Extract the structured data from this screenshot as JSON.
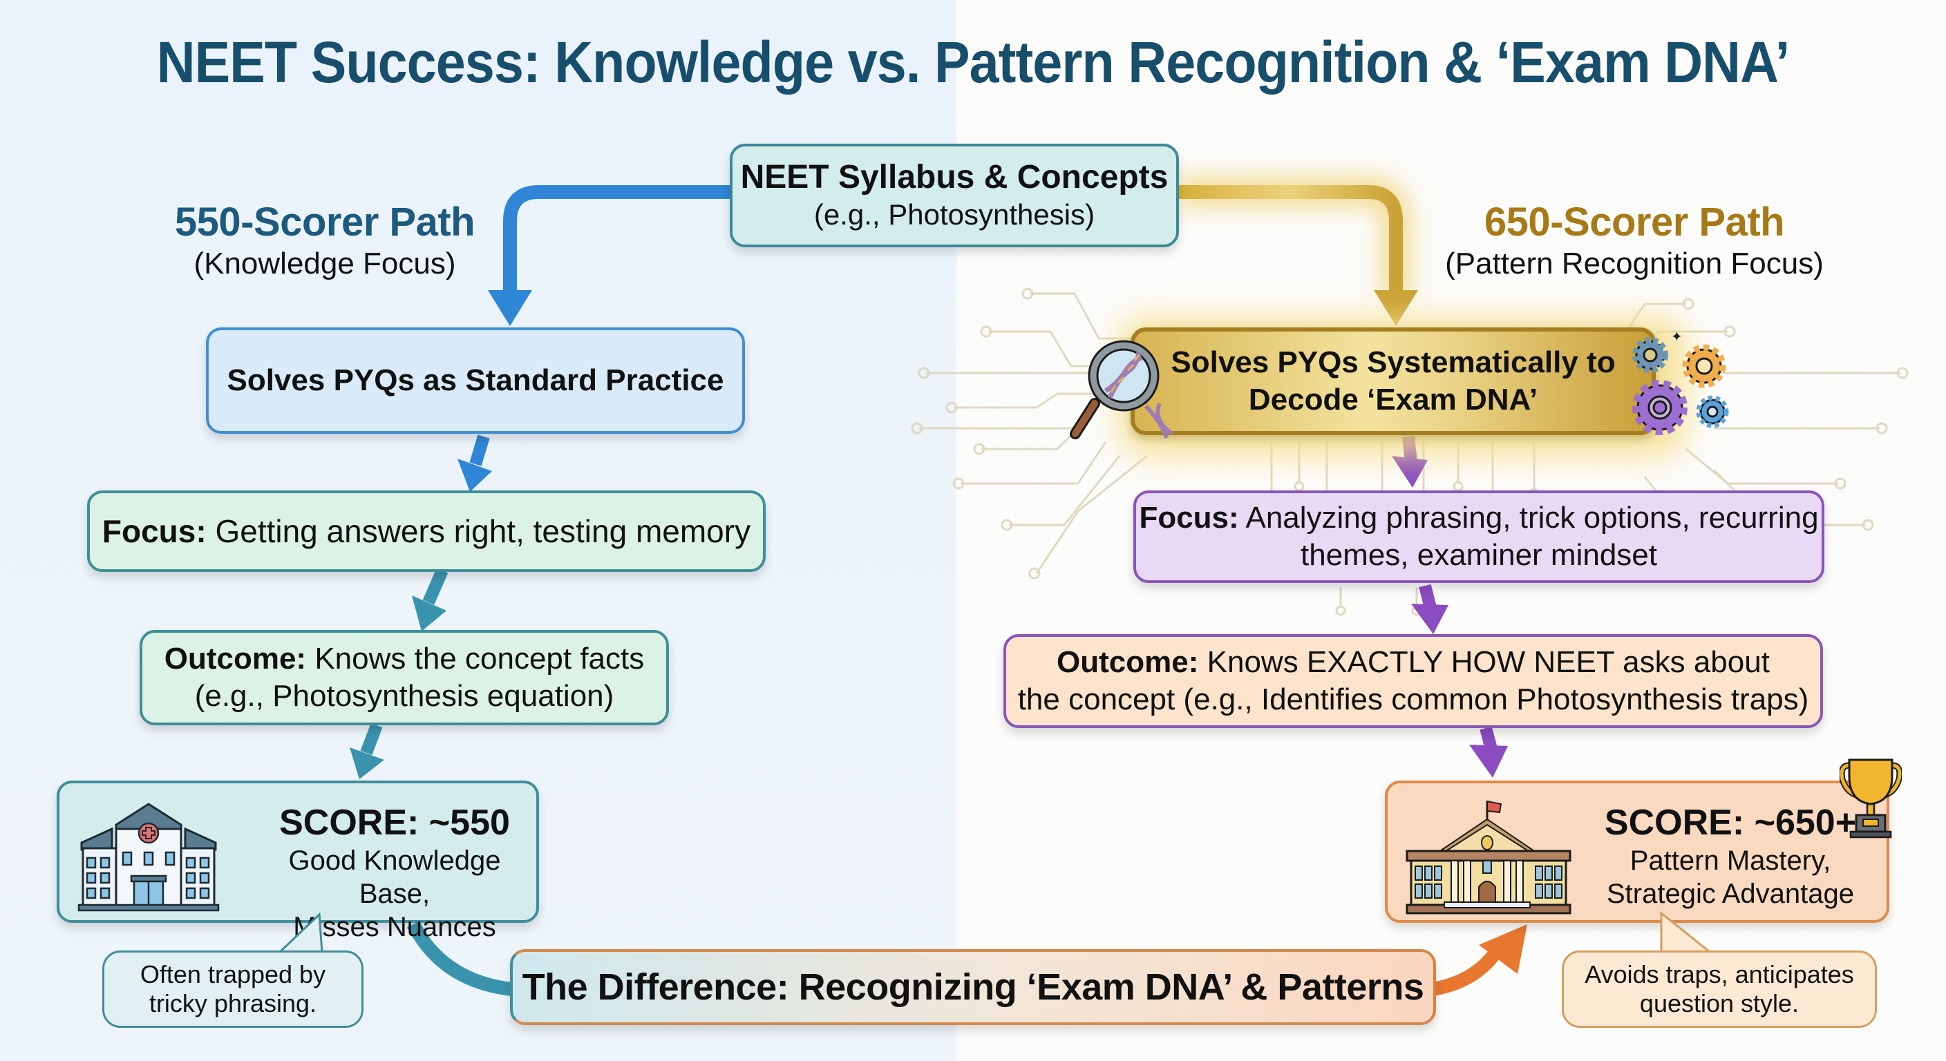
{
  "title": "NEET Success: Knowledge vs. Pattern Recognition & ‘Exam DNA’",
  "source_node": {
    "title": "NEET Syllabus & Concepts",
    "subtitle": "(e.g., Photosynthesis)"
  },
  "left_path": {
    "heading": "550-Scorer Path",
    "subheading": "(Knowledge Focus)",
    "color": "#1d5a7e",
    "step1": "Solves PYQs as Standard Practice",
    "focus_label": "Focus:",
    "focus_text": " Getting answers right, testing memory",
    "outcome_label": "Outcome:",
    "outcome_text_line1": " Knows the concept facts",
    "outcome_text_line2": "(e.g., Photosynthesis equation)",
    "score_title": "SCORE: ~550",
    "score_line1": "Good Knowledge Base,",
    "score_line2": "Misses Nuances",
    "callout_line1": "Often trapped by",
    "callout_line2": "tricky phrasing.",
    "score_icon": "hospital-building-icon"
  },
  "right_path": {
    "heading": "650-Scorer Path",
    "subheading": "(Pattern Recognition Focus)",
    "color": "#a77a18",
    "step1_line1": "Solves PYQs Systematically to",
    "step1_line2": "Decode ‘Exam DNA’",
    "focus_label": "Focus:",
    "focus_text_line1": " Analyzing phrasing, trick options, recurring",
    "focus_text_line2": "themes, examiner mindset",
    "outcome_label": "Outcome:",
    "outcome_text_line1": " Knows EXACTLY HOW NEET asks about",
    "outcome_text_line2": "the concept (e.g., Identifies common Photosynthesis traps)",
    "score_title": "SCORE: ~650+",
    "score_line1": "Pattern Mastery,",
    "score_line2": "Strategic Advantage",
    "callout_line1": "Avoids traps, anticipates",
    "callout_line2": "question style.",
    "score_icon": "university-building-icon",
    "trophy_icon": "trophy-icon",
    "magnifier_icon": "magnifier-dna-icon",
    "gears_icon": "gears-icon"
  },
  "difference_banner": "The Difference: Recognizing ‘Exam DNA’ & Patterns",
  "colors": {
    "left_arrow_blue": "#2f86d6",
    "left_arrow_teal": "#3a93ad",
    "right_arrow_gold": "#c9a235",
    "right_arrow_purple": "#8a4cc0",
    "right_arrow_orange": "#e8782f",
    "title": "#174e6c"
  }
}
